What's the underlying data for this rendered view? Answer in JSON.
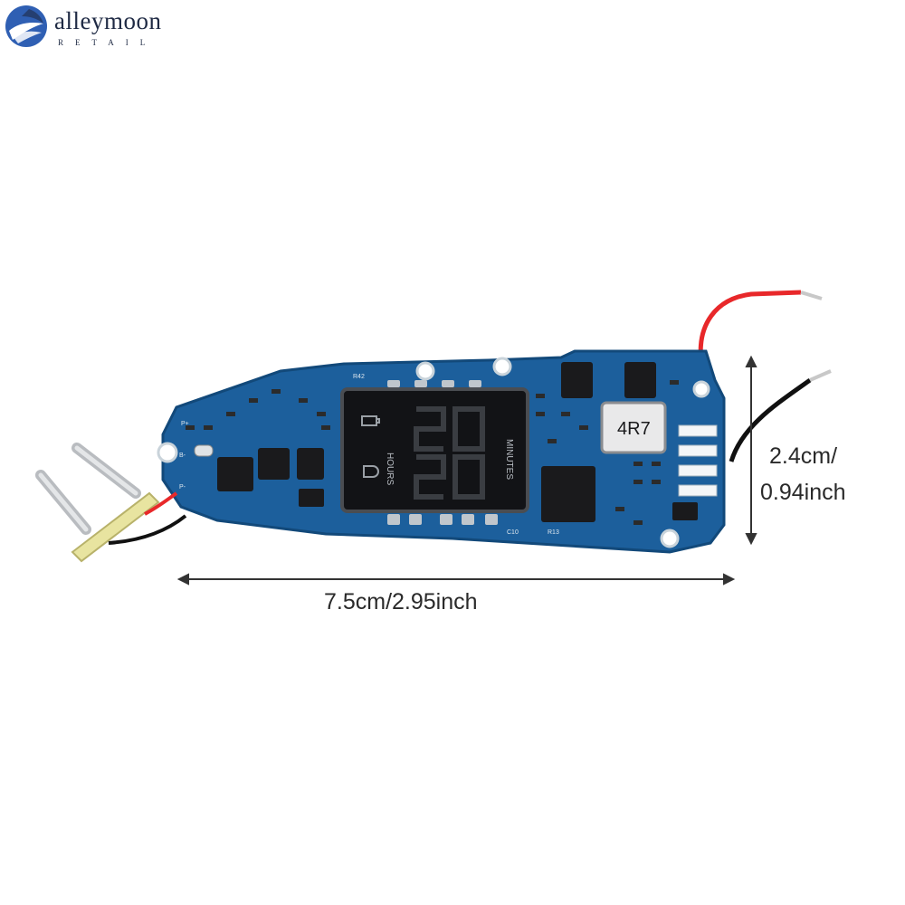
{
  "brand": {
    "name": "alleymoon",
    "subtitle": "RETAIL",
    "colors": {
      "navy": "#1f2a44",
      "blue": "#2f5fb3"
    }
  },
  "product": {
    "display": {
      "label_minutes": "MINUTES",
      "label_hours": "HOURS"
    },
    "inductor_marking": "4R7",
    "wires": {
      "positive_color": "#e8282a",
      "negative_color": "#111111"
    },
    "board_color": "#1c5f9c"
  },
  "dimensions": {
    "length_label": "7.5cm/2.95inch",
    "height_label_line1": "2.4cm/",
    "height_label_line2": "0.94inch"
  }
}
